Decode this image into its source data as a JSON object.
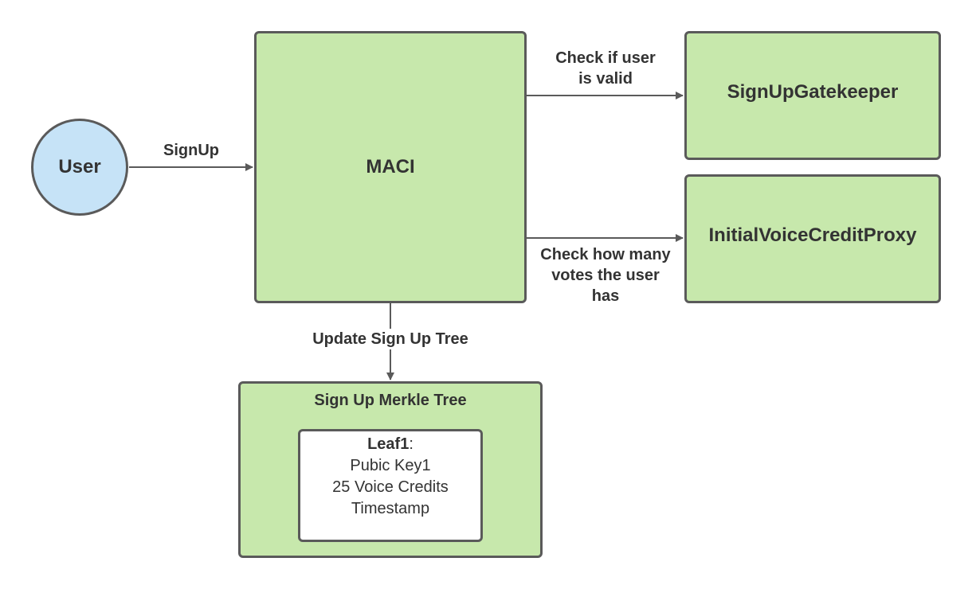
{
  "nodes": {
    "user": "User",
    "maci": "MACI",
    "gatekeeper": "SignUpGatekeeper",
    "voice_proxy": "InitialVoiceCreditProxy",
    "merkle_tree": "Sign Up Merkle Tree"
  },
  "leaf": {
    "title": "Leaf1",
    "title_suffix": ":",
    "lines": [
      "Pubic Key1",
      "25 Voice Credits",
      "Timestamp"
    ]
  },
  "edges": {
    "signup": "SignUp",
    "check_valid_line1": "Check if user",
    "check_valid_line2": "is valid",
    "check_votes_line1": "Check how many",
    "check_votes_line2": "votes the user",
    "check_votes_line3": "has",
    "update_tree": "Update Sign Up Tree"
  },
  "colors": {
    "node_fill": "#c7e8ac",
    "user_fill": "#c6e3f7",
    "stroke": "#5a5a5a"
  }
}
